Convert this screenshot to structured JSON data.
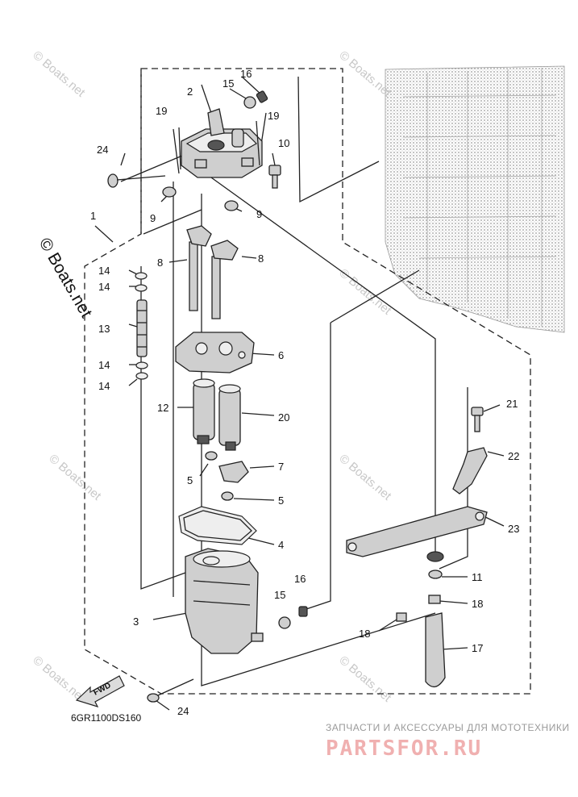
{
  "diagram": {
    "diagram_code": "6GR1100DS160",
    "fwd_label": "FWD",
    "watermark_small": "© Boats.net",
    "watermark_large": "© Boats.net",
    "footer_tagline": "ЗАПЧАСТИ И АКСЕССУАРЫ ДЛЯ МОТОТЕХНИКИ",
    "footer_brand": "PARTSFOR.RU",
    "callouts": {
      "c1": "1",
      "c2": "2",
      "c3": "3",
      "c4": "4",
      "c5a": "5",
      "c5b": "5",
      "c6": "6",
      "c7": "7",
      "c8a": "8",
      "c8b": "8",
      "c9a": "9",
      "c9b": "9",
      "c10": "10",
      "c11": "11",
      "c12": "12",
      "c13": "13",
      "c14a": "14",
      "c14b": "14",
      "c14c": "14",
      "c14d": "14",
      "c15a": "15",
      "c15b": "15",
      "c16a": "16",
      "c16b": "16",
      "c17": "17",
      "c18a": "18",
      "c18b": "18",
      "c19a": "19",
      "c19b": "19",
      "c20": "20",
      "c21": "21",
      "c22": "22",
      "c23": "23",
      "c24a": "24",
      "c24b": "24"
    }
  }
}
